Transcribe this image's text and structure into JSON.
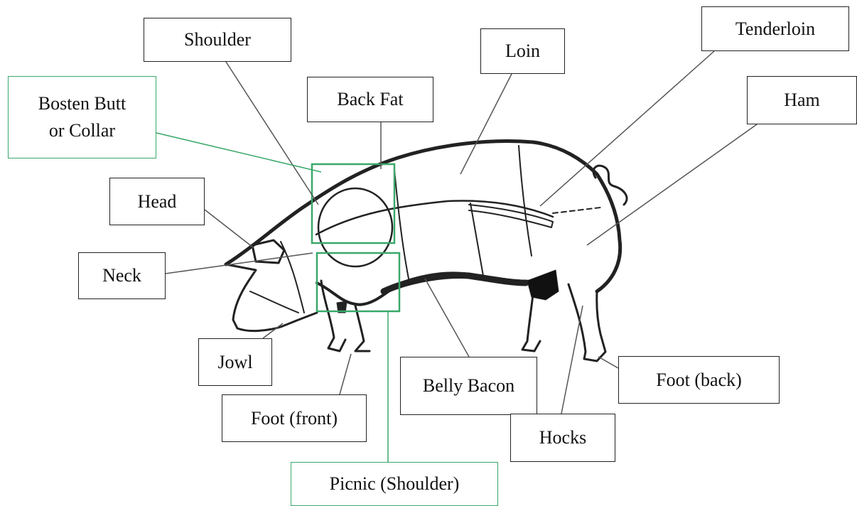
{
  "colors": {
    "outline": "#222222",
    "leader_black": "#555555",
    "leader_green": "#3aa86a",
    "background": "#ffffff"
  },
  "labels": {
    "shoulder": "Shoulder",
    "loin": "Loin",
    "tenderloin": "Tenderloin",
    "bosten_butt_line1": "Bosten Butt",
    "bosten_butt_line2": "or Collar",
    "back_fat": "Back Fat",
    "ham": "Ham",
    "head": "Head",
    "neck": "Neck",
    "jowl": "Jowl",
    "foot_front": "Foot (front)",
    "belly_bacon": "Belly Bacon",
    "foot_back": "Foot (back)",
    "hocks": "Hocks",
    "picnic": "Picnic (Shoulder)"
  }
}
